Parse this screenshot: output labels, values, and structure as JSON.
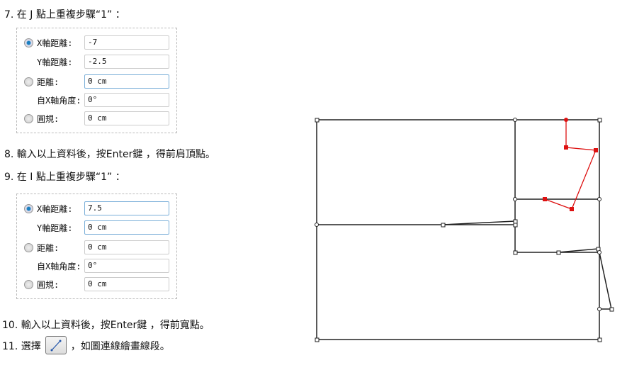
{
  "steps": {
    "s7": "7. 在 J 點上重複步驟“1”  ：",
    "s8": "8. 輸入以上資料後，按Enter鍵 ，得前肩頂點。",
    "s9": "9. 在 I 點上重複步驟“1”  ：",
    "s10": "10. 輸入以上資料後，按Enter鍵 ，得前寬點。",
    "s11a": "11. 選擇",
    "s11b": "，如圖連線繪畫線段。"
  },
  "labels": {
    "x": "X軸距離:",
    "y": "Y軸距離:",
    "dist": "距離:",
    "angle": "自X軸角度:",
    "compass": "圓規:"
  },
  "panel1": {
    "x": "-7",
    "y": "-2.5",
    "dist": "0 cm",
    "angle": "0°",
    "compass": "0 cm",
    "selected": "x"
  },
  "panel2": {
    "x": "7.5",
    "y": "0 cm",
    "dist": "0 cm",
    "angle": "0°",
    "compass": "0 cm",
    "selected": "x"
  },
  "colors": {
    "highlight": "#dd1111",
    "line": "#222222"
  }
}
